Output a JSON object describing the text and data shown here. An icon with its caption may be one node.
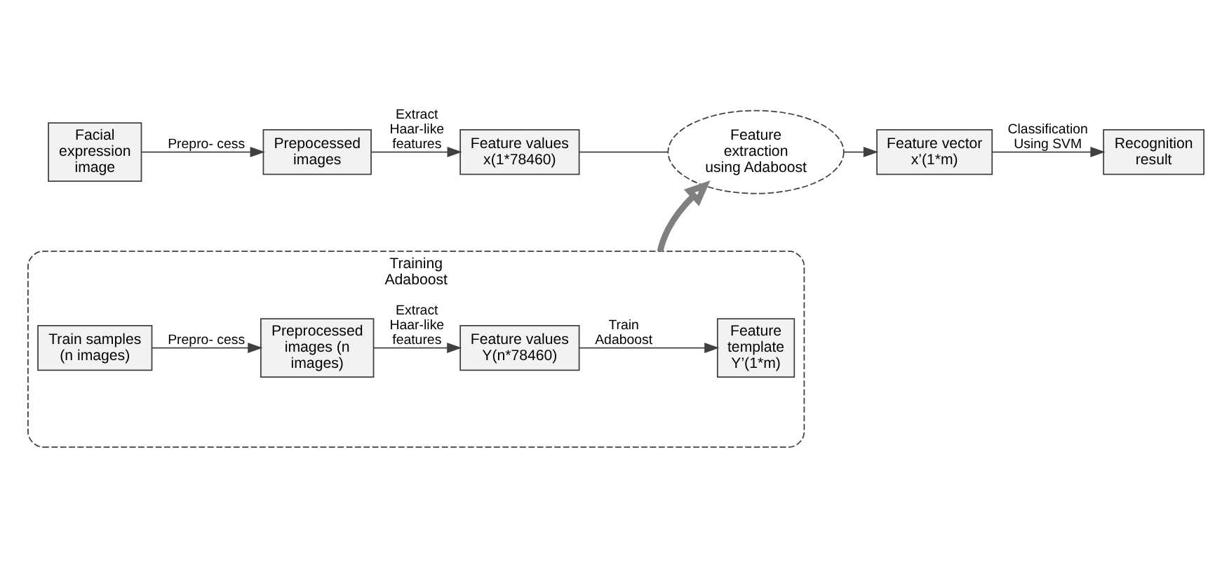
{
  "diagram": {
    "nodes": [
      {
        "text": [
          "Facial expression image"
        ]
      },
      {
        "text": [
          "Prepocessed images"
        ]
      },
      {
        "text": [
          "Feature values x(1*78460)"
        ]
      },
      {
        "text": [
          "Feature extraction using Adaboost"
        ]
      },
      {
        "text": [
          "Feature vector x’(1*m)"
        ]
      },
      {
        "text": [
          "Recognition result"
        ]
      },
      {
        "text": [
          "Training Adaboost"
        ]
      },
      {
        "text": [
          "Train samples (n images)"
        ],
        "in": 6
      },
      {
        "text": [
          "Preprocessed images (n images)"
        ],
        "in": 6
      },
      {
        "text": [
          "Feature values Y(n*78460)"
        ],
        "in": 6
      },
      {
        "text": [
          "Feature template Y’(1*m)"
        ],
        "in": 6
      }
    ],
    "edges": [
      {
        "from": 0,
        "to": 1,
        "arrow": "to",
        "label": "Prepro- cess"
      },
      {
        "from": 1,
        "to": 2,
        "arrow": "to",
        "label": "Extract Haar-like features"
      },
      {
        "from": 2,
        "to": 3,
        "arrow": "none"
      },
      {
        "from": 3,
        "to": 4,
        "arrow": "to"
      },
      {
        "from": 4,
        "to": 5,
        "arrow": "to",
        "label": "Classification Using SVM"
      },
      {
        "from": 6,
        "to": 3,
        "arrow": "to",
        "style": "thick",
        "color": "#808080"
      },
      {
        "from": 7,
        "to": 8,
        "arrow": "to",
        "label": "Prepro- cess"
      },
      {
        "from": 8,
        "to": 9,
        "arrow": "to",
        "label": "Extract Haar-like features"
      },
      {
        "from": 9,
        "to": 10,
        "arrow": "to",
        "label": "Train Adaboost"
      }
    ]
  }
}
